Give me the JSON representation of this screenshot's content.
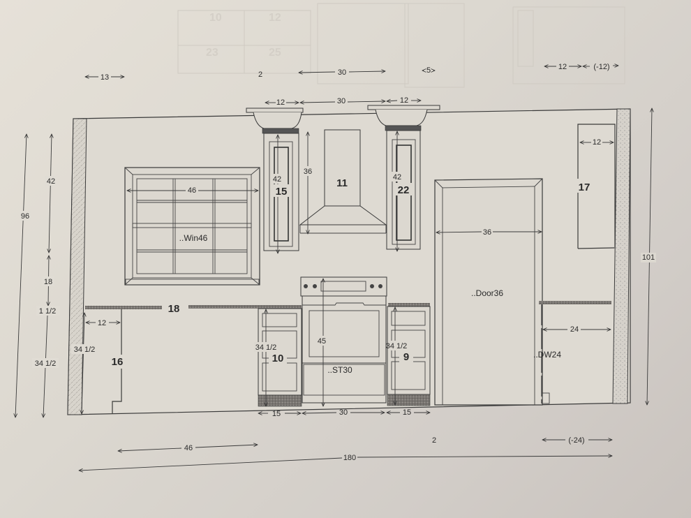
{
  "drawing": {
    "type": "kitchen wall elevation",
    "top_dimensions": {
      "left_13": "13",
      "label_2": "2",
      "hood_30": "30",
      "gap_5": "5",
      "right_12": "12",
      "right_neg12": "(-12)",
      "upper_left_12": "12",
      "upper_mid_30": "30",
      "upper_right_12": "12"
    },
    "left_dimensions": {
      "total_96": "96",
      "upper_42": "42",
      "backsplash_18": "18",
      "countertop_1_5": "1 1/2",
      "base_34_5": "34 1/2",
      "inner_34_5": "34 1/2",
      "return_12": "12"
    },
    "right_dimensions": {
      "total_101": "101",
      "tall_12": "12",
      "dw_24": "24"
    },
    "bottom_dimensions": {
      "base_left_15": "15",
      "range_30": "30",
      "base_right_15": "15",
      "window_46": "46",
      "label_2": "2",
      "neg_24": "(-24)",
      "overall_180": "180"
    },
    "window": {
      "label": "..Win46",
      "width": "46"
    },
    "hood": {
      "tag": "11",
      "height": "36"
    },
    "upper_cabinets": [
      {
        "tag": "15",
        "height": "42"
      },
      {
        "tag": "22",
        "height": "42"
      }
    ],
    "tall_cabinet": {
      "tag": "17"
    },
    "countertop": {
      "tag": "18"
    },
    "end_panel": {
      "tag": "16"
    },
    "base_cabinets": [
      {
        "tag": "10",
        "height": "34 1/2",
        "width": "15"
      },
      {
        "tag": "9",
        "height": "34 1/2",
        "width": "15"
      }
    ],
    "range": {
      "label": "..ST30",
      "height": "45",
      "width": "30"
    },
    "door": {
      "label": "..Door36",
      "width": "36"
    },
    "dishwasher": {
      "label": "..DW24",
      "width": "24"
    },
    "colors": {
      "paper": "#dcd8d0",
      "ink": "#2a2a2a",
      "countertop_fill": "#7a7672",
      "toekick_fill": "#6a6662"
    }
  }
}
